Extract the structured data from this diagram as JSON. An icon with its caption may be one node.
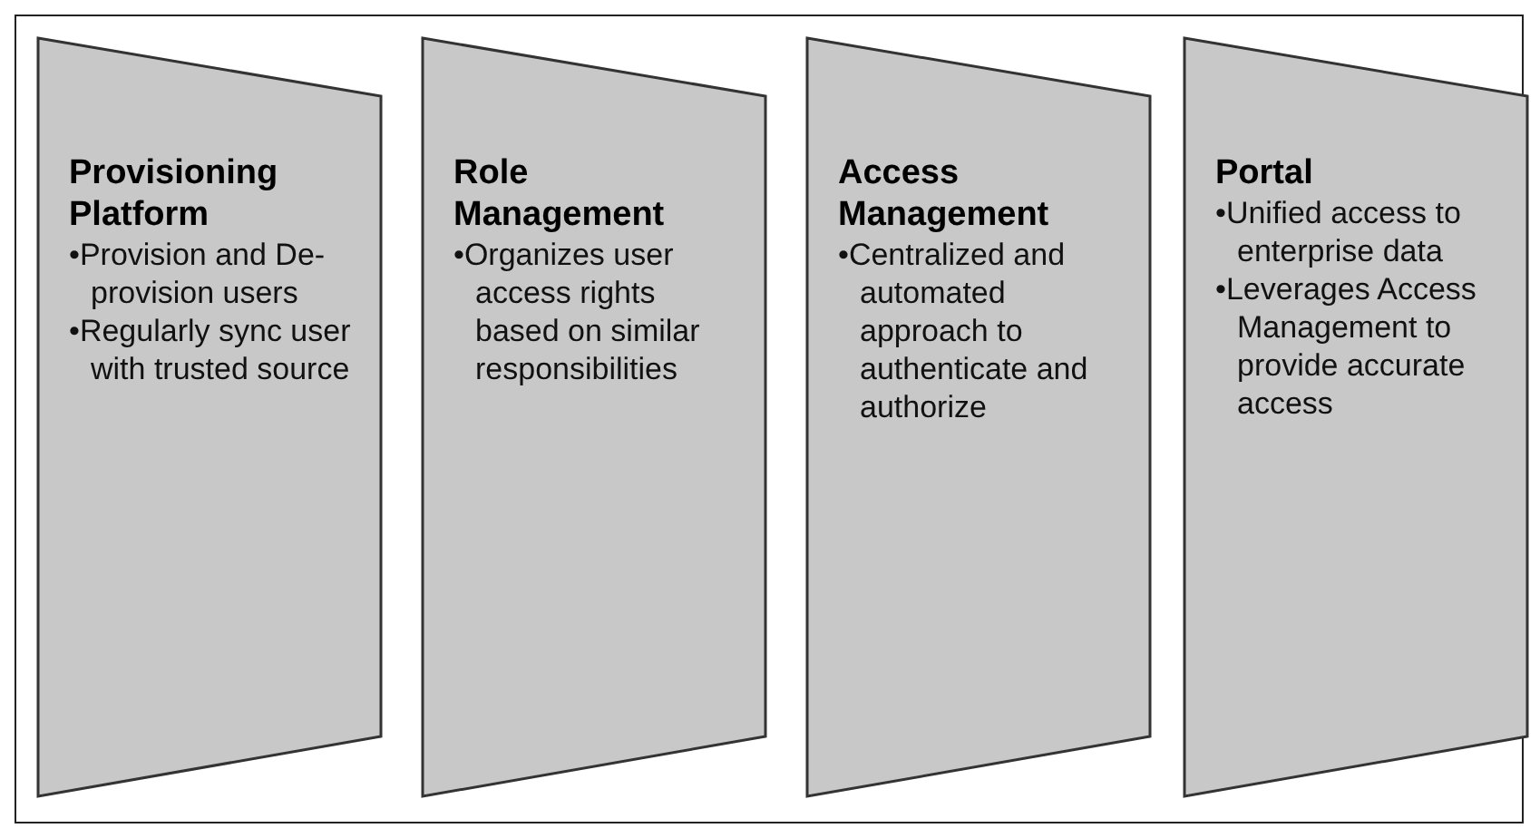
{
  "diagram": {
    "nodes": [
      {
        "text": [
          "Provisioning Platform",
          "•Provision and De-provision users",
          "•Regularly sync user with trusted source"
        ]
      },
      {
        "text": [
          "Role Management",
          "•Organizes user access rights based on similar responsibilities"
        ]
      },
      {
        "text": [
          "Access Management",
          "•Centralized and automated approach to authenticate and authorize"
        ]
      },
      {
        "text": [
          "Portal",
          "•Unified access to enterprise data",
          "•Leverages Access Management to provide accurate access"
        ]
      }
    ]
  }
}
